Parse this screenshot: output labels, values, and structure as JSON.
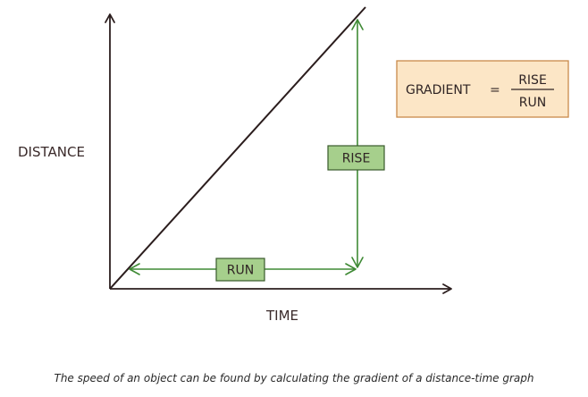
{
  "axes": {
    "y_label": "DISTANCE",
    "x_label": "TIME"
  },
  "labels": {
    "rise": "RISE",
    "run": "RUN"
  },
  "formula": {
    "lhs": "GRADIENT",
    "equals": "=",
    "numerator": "RISE",
    "denominator": "RUN"
  },
  "caption": "The speed of an object can be found by calculating the gradient of a distance-time graph",
  "colors": {
    "axis": "#2b1d1d",
    "arrow": "#3f8a35",
    "label_fill": "#a6cf8c",
    "label_stroke": "#3a5a2c",
    "formula_fill": "#fce6c6",
    "formula_stroke": "#c98a4a"
  }
}
